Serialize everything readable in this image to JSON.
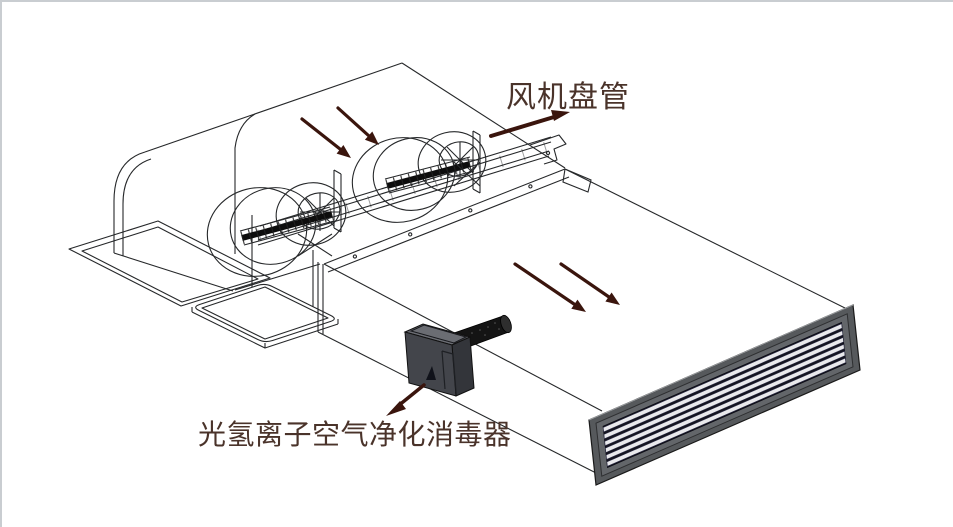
{
  "page": {
    "background": "#ffffff",
    "frame_border_color": "#c9cdd1"
  },
  "diagram": {
    "callouts": [
      {
        "text": "风机盘管",
        "target": "fan-coil-unit"
      },
      {
        "text": "光氢离子空气净化消毒器",
        "target": "purifier-device"
      }
    ],
    "airflow_arrow_count": 4,
    "leader_arrow_count": 2,
    "colors": {
      "arrow": "#3a150d",
      "label_text": "#4a332a",
      "wireframe_line": "#26282a",
      "grille_frame": "#56595c",
      "grille_slot": "#14141f",
      "grille_slat": "#e9e9ec",
      "purifier_front": "#43454b",
      "purifier_top": "#6b6d73",
      "purifier_side": "#33353a",
      "lamp_tube": "#141414"
    }
  }
}
